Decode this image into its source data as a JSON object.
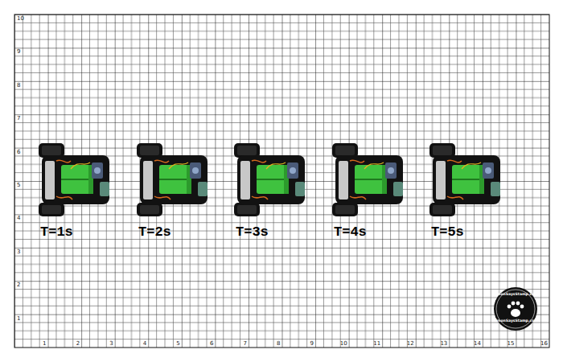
{
  "diagram": {
    "labels": [
      "T=1s",
      "T=2s",
      "T=3s",
      "T=4s",
      "T=5s",
      "1",
      "2",
      "3",
      "4",
      "5",
      "6",
      "7",
      "8",
      "9",
      "10",
      "11",
      "12",
      "13",
      "14",
      "15",
      "16",
      "1",
      "2",
      "3",
      "4",
      "5",
      "6",
      "7",
      "8",
      "9",
      "10",
      "SimonSaysStamp.com",
      "SimonSaysStamp.com"
    ]
  }
}
